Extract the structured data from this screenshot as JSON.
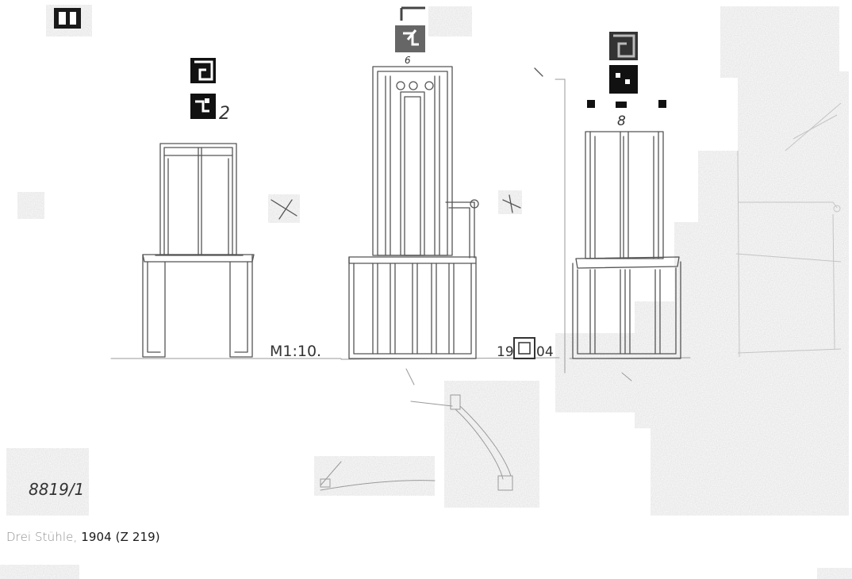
{
  "drawing": {
    "scale_note": "M1:10.",
    "year_left": "19",
    "year_right": "04",
    "stamp_numbers": [
      "2",
      "6",
      "8"
    ],
    "inventory_number": "8819/1"
  },
  "caption": {
    "title": "Drei Stühle,",
    "year_ref": "1904 (Z 219)"
  },
  "colors": {
    "paper": "#ffffff",
    "smudge": "#d6d6d6",
    "pencil": "#555555",
    "caption_light": "#8c8c8c",
    "caption_dark": "#1a1a1a"
  }
}
